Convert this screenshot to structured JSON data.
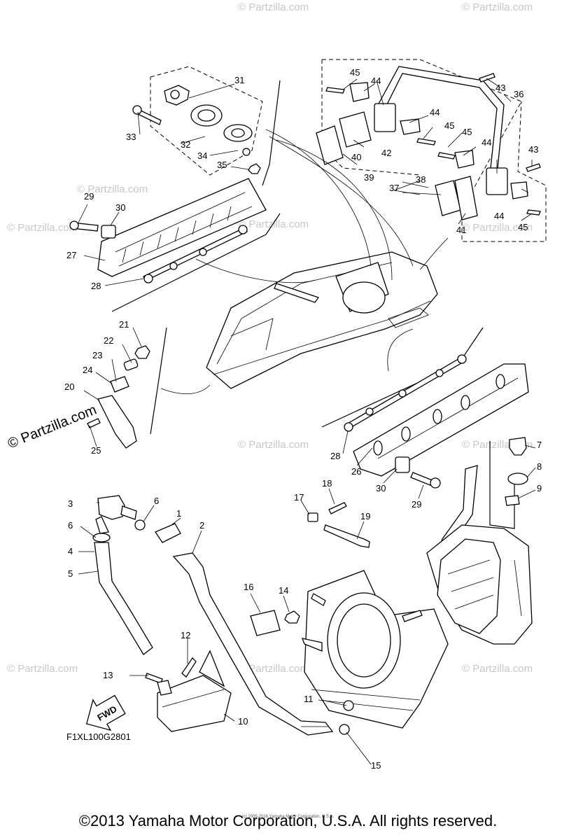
{
  "diagram": {
    "code": "F1XL100G2801",
    "fwd_label": "FWD",
    "callouts": [
      "1",
      "2",
      "3",
      "4",
      "5",
      "6",
      "6",
      "7",
      "8",
      "9",
      "10",
      "11",
      "12",
      "13",
      "14",
      "15",
      "16",
      "17",
      "18",
      "19",
      "20",
      "21",
      "22",
      "23",
      "24",
      "25",
      "26",
      "27",
      "28",
      "28",
      "29",
      "29",
      "30",
      "30",
      "31",
      "32",
      "33",
      "34",
      "35",
      "36",
      "37",
      "38",
      "39",
      "40",
      "41",
      "42",
      "43",
      "43",
      "44",
      "44",
      "44",
      "44",
      "45",
      "45",
      "45",
      "45"
    ]
  },
  "watermark": {
    "text": "© Partzilla.com",
    "side_text": "© Partzilla.com"
  },
  "footer": {
    "copyright": "©2013 Yamaha Motor Corporation, U.S.A. All rights reserved.",
    "fine_print": "(c) 2005-2016 Yamaha Motor Corporation, U.S.A."
  }
}
